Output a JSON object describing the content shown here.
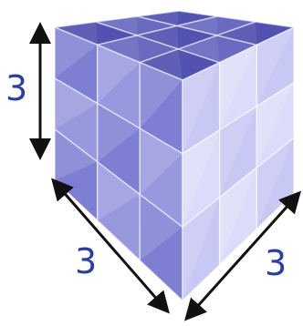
{
  "cube": {
    "grid_size": 3,
    "colors": {
      "top": "#5252b0",
      "top_light": "#6a6ac0",
      "left": "#7e7ed2",
      "left_light": "#9898de",
      "right": "#c8c8f4",
      "right_light": "#dcdcfa",
      "edge": "#ffffff",
      "arrow": "#111111",
      "label": "#2b3ea0"
    }
  },
  "labels": {
    "height": "3",
    "width": "3",
    "depth": "3"
  }
}
